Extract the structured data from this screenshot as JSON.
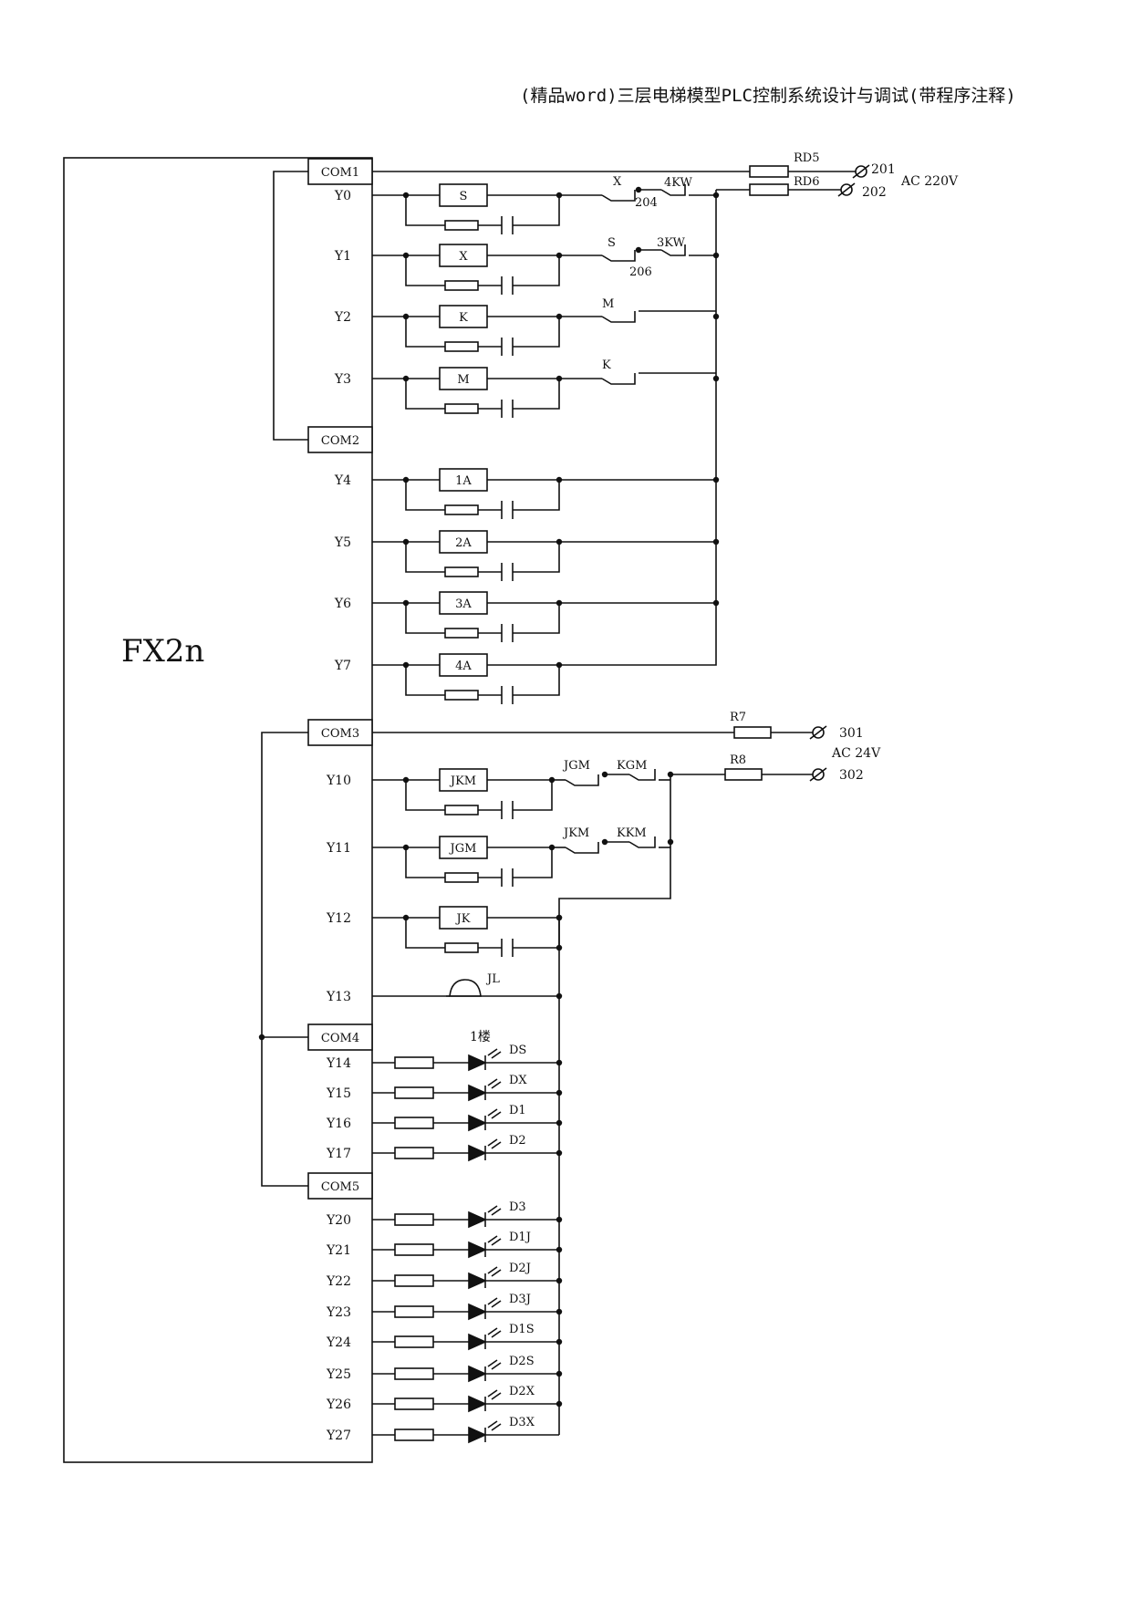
{
  "header": {
    "title": "(精品word)三层电梯模型PLC控制系统设计与调试(带程序注释)"
  },
  "plc": {
    "label": "FX2n"
  },
  "commons": [
    "COM1",
    "COM2",
    "COM3",
    "COM4",
    "COM5"
  ],
  "rows": [
    {
      "out": "Y0",
      "type": "coil",
      "coil": "S"
    },
    {
      "out": "Y1",
      "type": "coil",
      "coil": "X"
    },
    {
      "out": "Y2",
      "type": "coil",
      "coil": "K"
    },
    {
      "out": "Y3",
      "type": "coil",
      "coil": "M"
    },
    {
      "out": "Y4",
      "type": "coil",
      "coil": "1A"
    },
    {
      "out": "Y5",
      "type": "coil",
      "coil": "2A"
    },
    {
      "out": "Y6",
      "type": "coil",
      "coil": "3A"
    },
    {
      "out": "Y7",
      "type": "coil",
      "coil": "4A"
    },
    {
      "out": "Y10",
      "type": "coil",
      "coil": "JKM"
    },
    {
      "out": "Y11",
      "type": "coil",
      "coil": "JGM"
    },
    {
      "out": "Y12",
      "type": "coil",
      "coil": "JK"
    },
    {
      "out": "Y13",
      "type": "buzzer",
      "coil": "JL"
    },
    {
      "out": "Y14",
      "type": "led",
      "coil": "DS"
    },
    {
      "out": "Y15",
      "type": "led",
      "coil": "DX"
    },
    {
      "out": "Y16",
      "type": "led",
      "coil": "D1"
    },
    {
      "out": "Y17",
      "type": "led",
      "coil": "D2"
    },
    {
      "out": "Y20",
      "type": "led",
      "coil": "D3"
    },
    {
      "out": "Y21",
      "type": "led",
      "coil": "D1J"
    },
    {
      "out": "Y22",
      "type": "led",
      "coil": "D2J"
    },
    {
      "out": "Y23",
      "type": "led",
      "coil": "D3J"
    },
    {
      "out": "Y24",
      "type": "led",
      "coil": "D1S"
    },
    {
      "out": "Y25",
      "type": "led",
      "coil": "D2S"
    },
    {
      "out": "Y26",
      "type": "led",
      "coil": "D2X"
    },
    {
      "out": "Y27",
      "type": "led",
      "coil": "D3X"
    }
  ],
  "contacts": [
    {
      "name": "X"
    },
    {
      "name": "4KW"
    },
    {
      "name": "S"
    },
    {
      "name": "3KW"
    },
    {
      "name": "M"
    },
    {
      "name": "K"
    },
    {
      "name": "JGM"
    },
    {
      "name": "KGM"
    },
    {
      "name": "JKM"
    },
    {
      "name": "KKM"
    }
  ],
  "terminals": [
    "201",
    "202",
    "301",
    "302",
    "204",
    "206"
  ],
  "fuses": [
    "RD5",
    "RD6",
    "R7",
    "R8"
  ],
  "supply": {
    "ac220": "AC 220V",
    "ac24": "AC 24V"
  },
  "floor_note": "1楼"
}
